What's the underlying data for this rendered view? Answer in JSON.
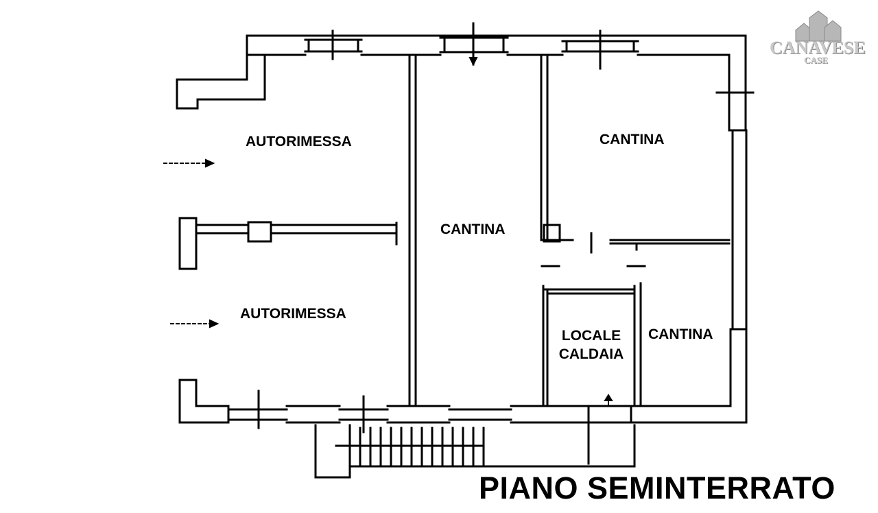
{
  "rooms": {
    "garage_top": "AUTORIMESSA",
    "garage_bottom": "AUTORIMESSA",
    "cellar_center": "CANTINA",
    "cellar_top_right": "CANTINA",
    "cellar_bottom_right": "CANTINA",
    "boiler_room": "LOCALE\nCALDAIA"
  },
  "title": "PIANO SEMINTERRATO",
  "logo": {
    "brand": "CANAVESE",
    "sub": "CASE"
  },
  "colors": {
    "wall": "#000000",
    "background": "#ffffff",
    "logo": "#c8c8c8"
  }
}
